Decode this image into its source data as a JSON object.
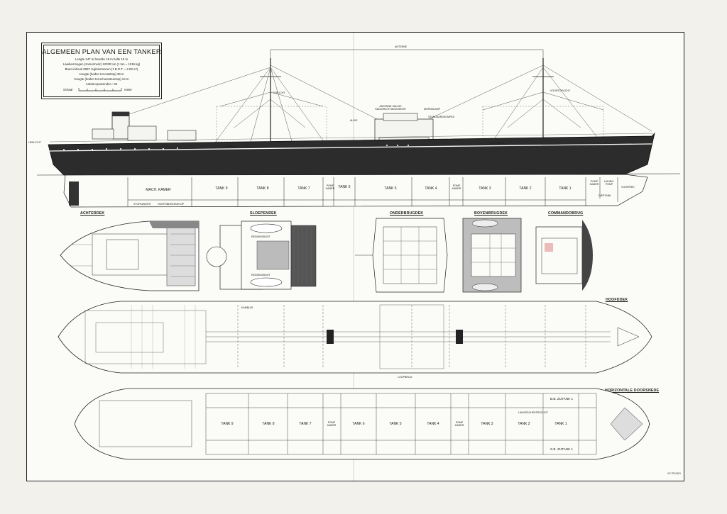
{
  "title_block": {
    "title": "ALGEMEEN PLAN VAN EEN TANKER",
    "specs": [
      "Lengte 147 m    breedte 18 m    holte 10 m",
      "Laadvermogen (zomermerk) 12030 ton (1 ton = 1016 kg)",
      "Bruto-inhoud 8097 registertonnen (1 B.R.T. = 2.83 m³)",
      "Hoogte (boden tot masttop) 39 m",
      "Hoogte (boden tot schoorsteentop) 24 m",
      "Aantal opvarenden : 50"
    ],
    "scale_label": "Schaal",
    "scale_unit": "meter"
  },
  "profile": {
    "antenna": "ANTENNE",
    "labels": {
      "stern": "HEKLICHT",
      "aft_mast": "TOPLICHT",
      "masthead": "VOORTOPLICHT",
      "radio": "ANTENNE VAN DE RADIORICHTINGZOEKER",
      "horn": "MORSELAMP",
      "compass": "STANDAARDKOMPAS",
      "aldis": "ALDIS",
      "walk_aft": "LOOPBRUG",
      "walk_fwd": "LOOPBRUG"
    },
    "below": {
      "bilge": "STORLWATER",
      "shaft": "HOOFDBEKKENSTOP",
      "deep": "DIEPTANK",
      "pump_aft": "POMP KAMER",
      "pump_fwd": "POMP KAMER",
      "cargo_pump": "LADING-POMP",
      "forepeak": "VOORPIEK"
    },
    "compartments": [
      "MACH. KAMER",
      "TANK 9",
      "TANK 8",
      "TANK 7",
      "TANK 6",
      "TANK 5",
      "TANK 4",
      "TANK 3",
      "TANK 2",
      "TANK 1"
    ]
  },
  "sections": {
    "achterdek": "ACHTERDEK",
    "sloependek": "SLOEPENDEK",
    "onderbrugdek": "ONDERBRUGDEK",
    "bovenbrugdek": "BOVENBRUGDEK",
    "commandobrug": "COMMANDOBRUG",
    "hoofddek": "HOOFDDEK",
    "horizontale": "HORIZONTALE DOORSNEDE"
  },
  "plan_notes": {
    "boats": [
      "REDDINGBOOT",
      "REDDINGBOOT"
    ],
    "hoofddek_notes": [
      "LOOPBRUG",
      "KAMBUIS"
    ]
  },
  "horizontal": {
    "tanks": [
      "TANK 9",
      "TANK 8",
      "TANK 7",
      "POMP KAMER",
      "TANK 6",
      "TANK 5",
      "TANK 4",
      "POMP KAMER",
      "TANK 3",
      "TANK 2",
      "TANK 1"
    ],
    "bb": "B.B. ZIJTANK 1",
    "sb": "S.B. ZIJTANK 1",
    "bulkhead": "LANGSSCHEEPSSCHOT"
  },
  "credit": "VP STUDIO",
  "colors": {
    "paper": "#f2f1ec",
    "sheet": "#fbfbf8",
    "ink": "#1a1a1a",
    "hull": "#2a2a2a"
  }
}
